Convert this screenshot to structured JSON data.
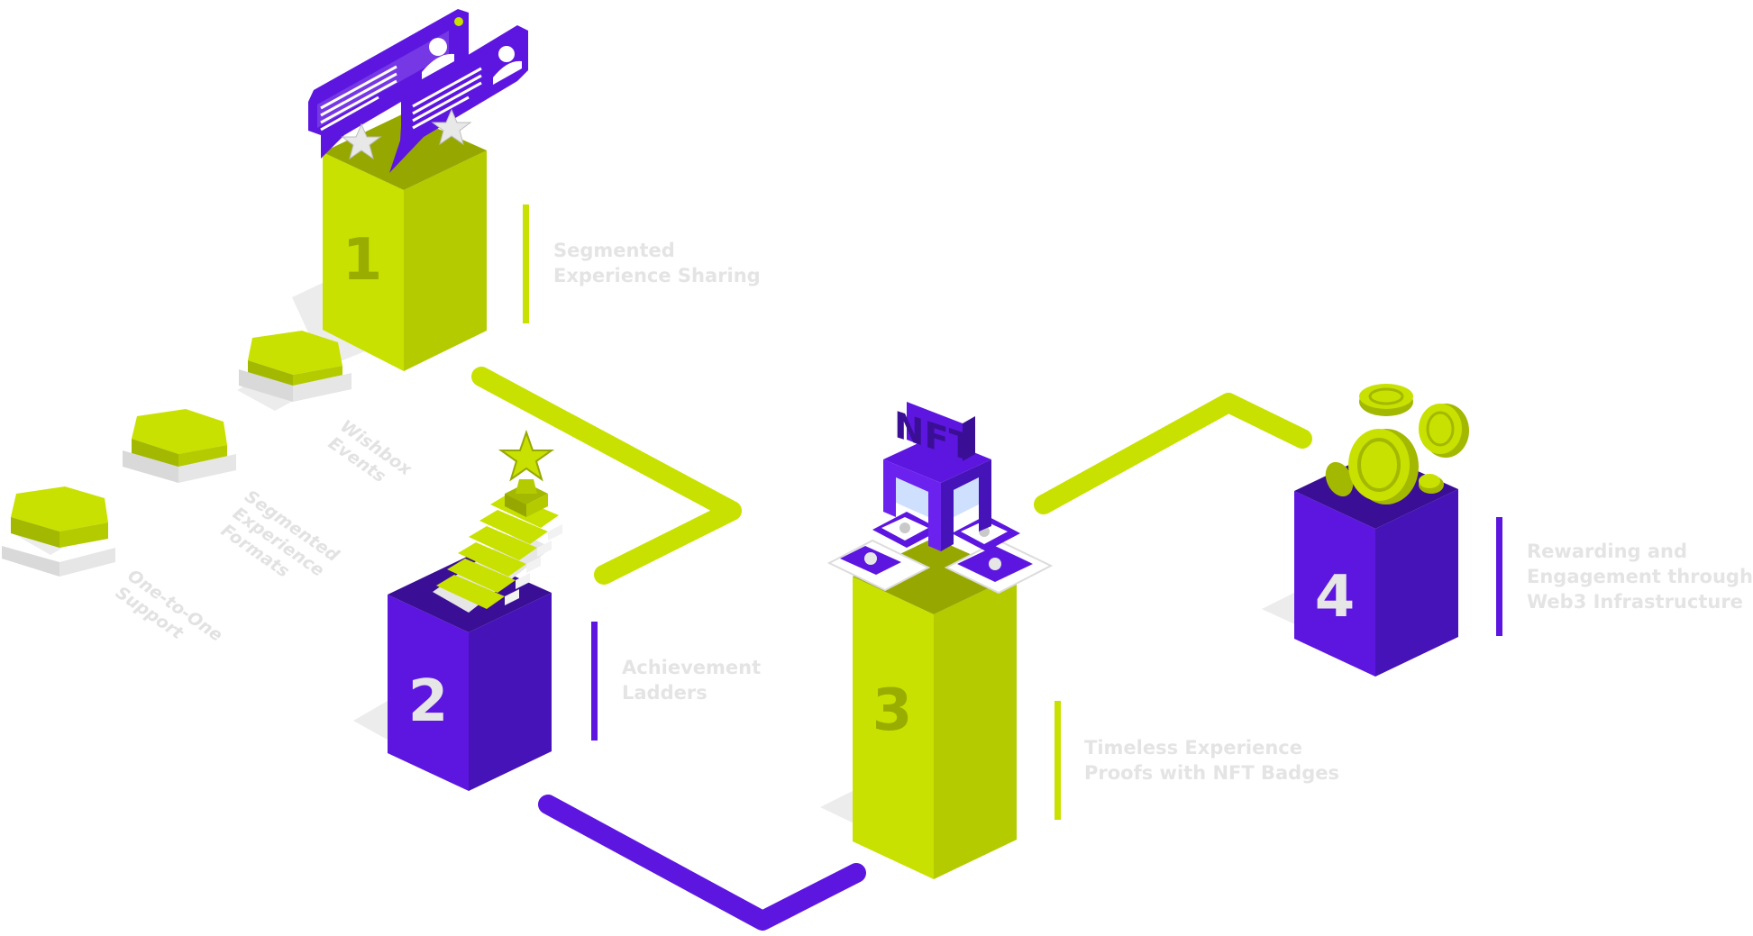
{
  "colors": {
    "lime": "#c8e100",
    "lime_dark": "#a3b800",
    "lime_top": "#96a800",
    "purple": "#5d16e0",
    "purple_dark": "#4613b8",
    "purple_top": "#3a0f96",
    "shadow": "#ececec",
    "label_gray": "#e4e4e4",
    "white": "#ffffff"
  },
  "steps": [
    {
      "number": "1",
      "label_lines": [
        "Segmented",
        "Experience Sharing"
      ],
      "color": "lime"
    },
    {
      "number": "2",
      "label_lines": [
        "Achievement",
        "Ladders"
      ],
      "color": "purple"
    },
    {
      "number": "3",
      "label_lines": [
        "Timeless Experience",
        "Proofs with NFT Badges"
      ],
      "color": "lime"
    },
    {
      "number": "4",
      "label_lines": [
        "Rewarding and",
        "Engagement through",
        "Web3 Infrastructure"
      ],
      "color": "purple"
    }
  ],
  "sub_items": [
    {
      "label_lines": [
        "Wishbox",
        "Events"
      ]
    },
    {
      "label_lines": [
        "Segmented",
        "Experience",
        "Formats"
      ]
    },
    {
      "label_lines": [
        "One-to-One",
        "Support"
      ]
    }
  ],
  "nft_sign": "NFT"
}
